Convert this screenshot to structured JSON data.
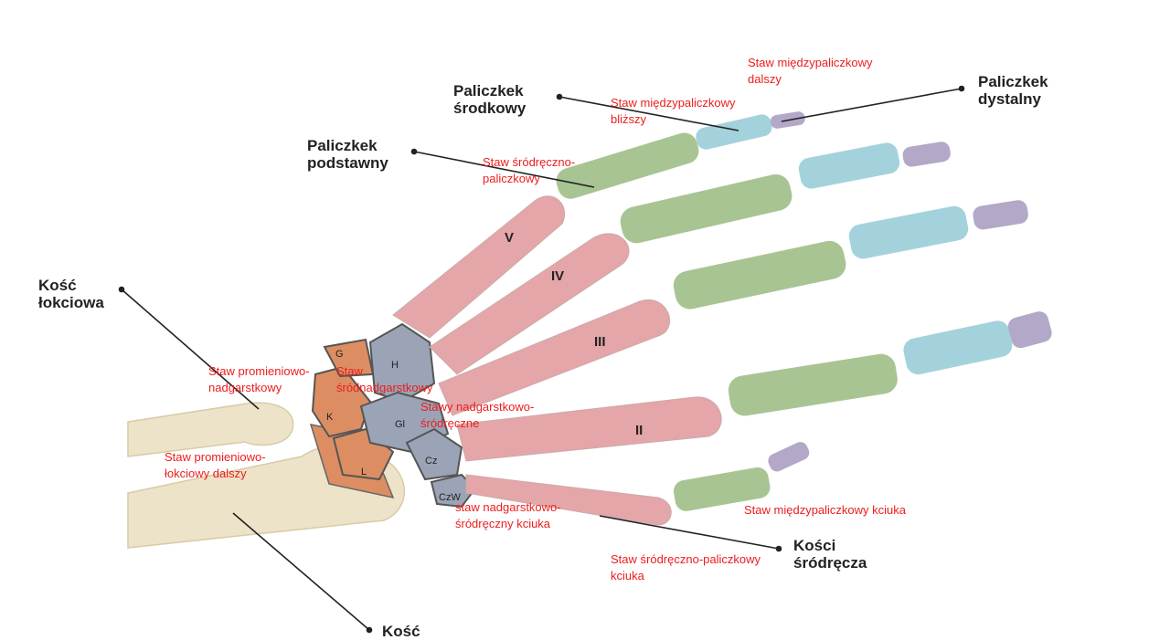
{
  "labels": {
    "paliczek_srodkowy": "Paliczkek\nśrodkowy",
    "paliczek_dystalny": "Paliczkek\ndystalny",
    "paliczek_podstawny": "Paliczkek\npodstawny",
    "kosc_lokciowa": "Kość\nłokciowa",
    "kosci_srodrecza": "Kości\nśródręcza",
    "kosc_promieniowa": "Kość"
  },
  "joints": {
    "dip": "Staw międzypaliczkowy\ndalszy",
    "pip": "Staw międzypaliczkowy\nbliższy",
    "mcp": "Staw śródręczno-\npaliczkowy",
    "radiocarpal": "Staw promieniowo-\nnadgarstkowy",
    "midcarpal": "Staw\nśródnadgarstkowy",
    "carpometacarpal": "Stawy nadgarstkowo-\nśródręczne",
    "druj": "Staw promieniowo-\nłokciowy dalszy",
    "thumb_cmc": "staw nadgarstkowo-\nśródręczny kciuka",
    "thumb_mcp": "Staw śródręczno-paliczkowy\nkciuka",
    "thumb_ip": "Staw międzypaliczkowy kciuka"
  },
  "metacarpal_numerals": [
    "V",
    "IV",
    "III",
    "II"
  ],
  "carpal_letters": {
    "g": "G",
    "h": "H",
    "k": "K",
    "gl": "Gl",
    "cz": "Cz",
    "l": "L",
    "czw": "CzW"
  },
  "colors": {
    "metacarpal": "#e4a6a8",
    "proximal": "#a9c493",
    "middle": "#a4d2dc",
    "distal": "#b3a8c8",
    "carpal_blue": "#9aa4b6",
    "carpal_orange": "#dc8e62",
    "forearm": "#ede3c8",
    "joint_text": "#ee1c1c"
  }
}
